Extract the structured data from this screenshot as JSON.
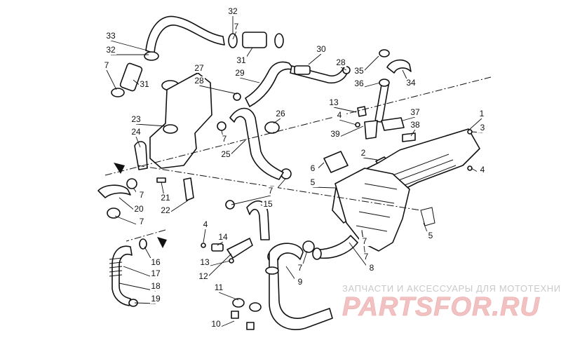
{
  "diagram": {
    "callouts": [
      "1",
      "2",
      "3",
      "4",
      "4",
      "4",
      "5",
      "5",
      "6",
      "7",
      "7",
      "7",
      "7",
      "7",
      "7",
      "7",
      "7",
      "7",
      "7",
      "8",
      "9",
      "10",
      "11",
      "12",
      "13",
      "13",
      "14",
      "15",
      "16",
      "17",
      "18",
      "19",
      "20",
      "21",
      "22",
      "23",
      "24",
      "25",
      "26",
      "27",
      "28",
      "28",
      "29",
      "30",
      "31",
      "31",
      "32",
      "32",
      "33",
      "34",
      "35",
      "36",
      "37",
      "38",
      "39"
    ]
  },
  "watermark": {
    "caption": "ЗАПЧАСТИ И АКСЕССУАРЫ ДЛЯ МОТОТЕХНИКИ",
    "logo": "PARTSFOR.RU"
  }
}
